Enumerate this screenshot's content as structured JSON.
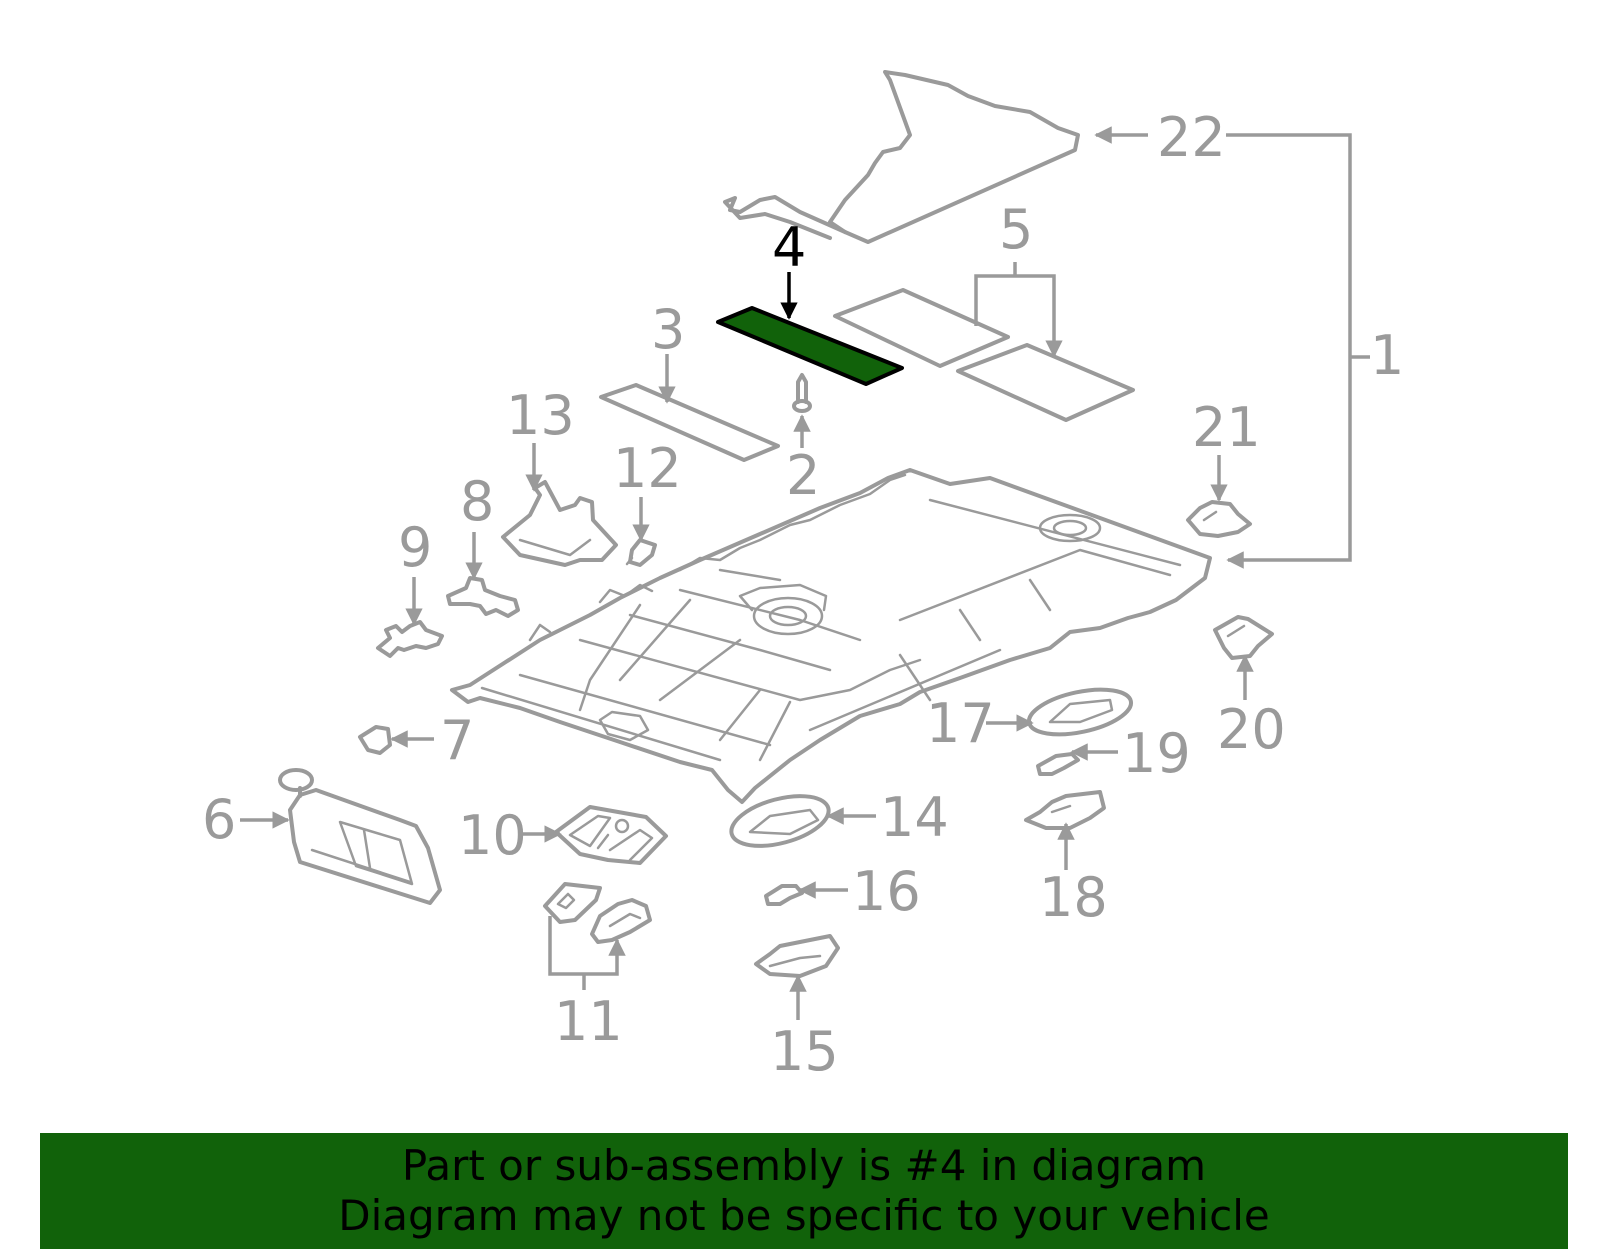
{
  "diagram": {
    "highlighted_part": "4",
    "highlight_color": "#11620a",
    "line_color": "#9a9a9a",
    "callouts": [
      "1",
      "2",
      "3",
      "4",
      "5",
      "6",
      "7",
      "8",
      "9",
      "10",
      "11",
      "12",
      "13",
      "14",
      "15",
      "16",
      "17",
      "18",
      "19",
      "20",
      "21",
      "22"
    ]
  },
  "banner": {
    "line1": "Part or sub-assembly is #4 in diagram",
    "line2": "Diagram may not be specific to your vehicle",
    "background": "#11620a"
  }
}
